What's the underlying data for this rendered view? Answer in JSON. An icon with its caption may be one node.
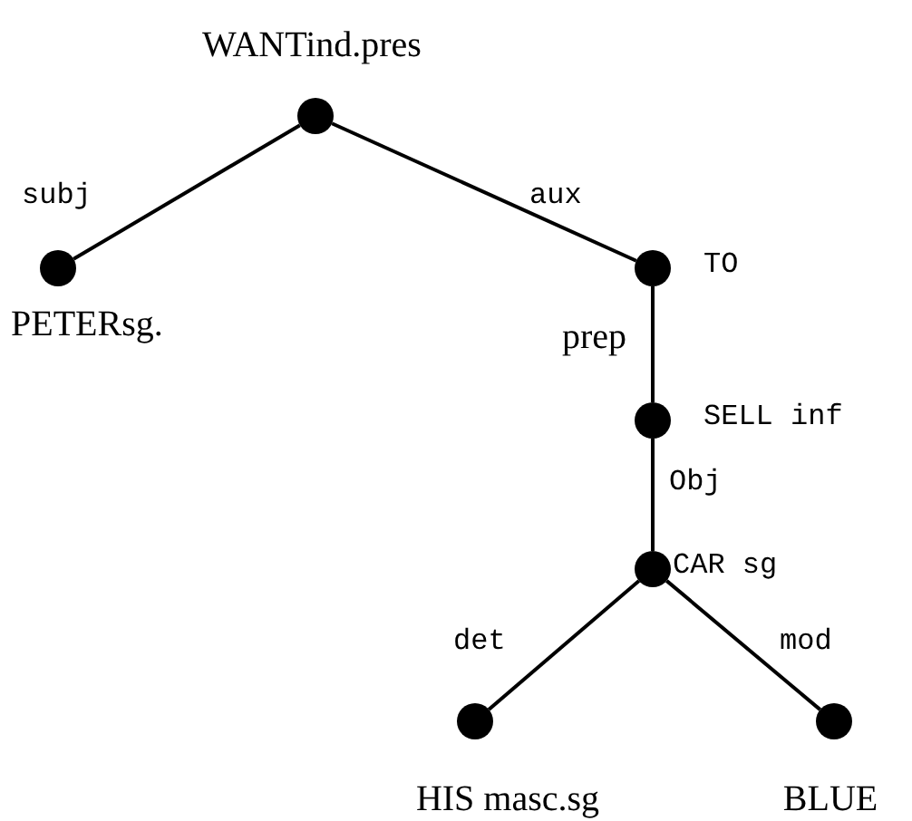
{
  "diagram": {
    "nodes": [
      {
        "text": [],
        "shape": "circle",
        "beside": [
          "WANTind.pres"
        ]
      },
      {
        "text": [],
        "shape": "circle",
        "beside": [
          "PETERsg."
        ]
      },
      {
        "text": [],
        "shape": "circle",
        "beside": [
          "TO"
        ]
      },
      {
        "text": [],
        "shape": "circle",
        "beside": [
          "SELL inf"
        ]
      },
      {
        "text": [],
        "shape": "circle",
        "beside": [
          "CAR sg"
        ]
      },
      {
        "text": [],
        "shape": "circle",
        "beside": [
          "HIS masc.sg"
        ]
      },
      {
        "text": [],
        "shape": "circle",
        "beside": [
          "BLUE"
        ]
      }
    ],
    "edges": [
      {
        "from": 0,
        "to": 1,
        "arrow": "none",
        "label": "subj"
      },
      {
        "from": 0,
        "to": 2,
        "arrow": "none",
        "label": "aux"
      },
      {
        "from": 2,
        "to": 3,
        "arrow": "none",
        "label": "prep"
      },
      {
        "from": 3,
        "to": 4,
        "arrow": "none",
        "label": "Obj"
      },
      {
        "from": 4,
        "to": 5,
        "arrow": "none",
        "label": "det"
      },
      {
        "from": 4,
        "to": 6,
        "arrow": "none",
        "label": "mod"
      }
    ]
  }
}
